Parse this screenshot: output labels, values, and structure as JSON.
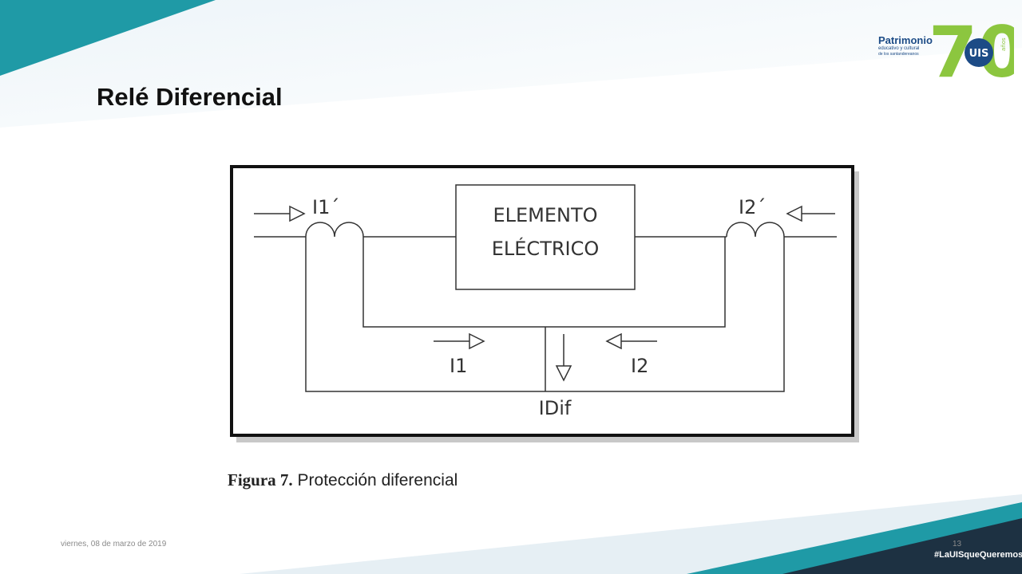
{
  "slide": {
    "title": "Relé Diferencial",
    "logo": {
      "line1": "Patrimonio",
      "line2": "educativo y cultural",
      "line3": "de los santandereanos",
      "number": "70",
      "badge": "UIS",
      "years": "años"
    },
    "footer": {
      "date": "viernes, 08 de marzo de 2019",
      "page": "13",
      "hashtag": "#LaUISqueQueremos"
    },
    "colors": {
      "teal": "#1f9aa6",
      "navy": "#1d3142",
      "logo_green": "#8cc63f",
      "logo_blue": "#1c4b86"
    }
  },
  "diagram": {
    "element_label_line1": "ELEMENTO",
    "element_label_line2": "ELÉCTRICO",
    "label_i1_prime": "I1´",
    "label_i2_prime": "I2´",
    "label_i1": "I1",
    "label_i2": "I2",
    "label_idif": "IDif"
  },
  "caption": {
    "label": "Figura 7.",
    "text": "Protección diferencial"
  }
}
